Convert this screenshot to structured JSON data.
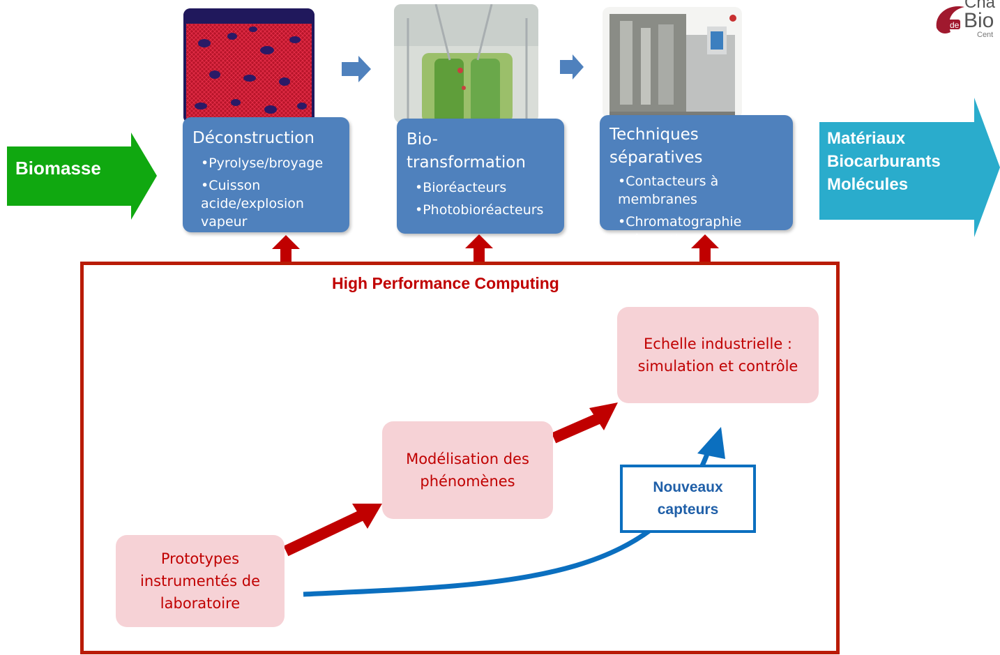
{
  "input_label": "Biomasse",
  "stages": [
    {
      "title": "Déconstruction",
      "items": [
        "Pyrolyse/broyage",
        "Cuisson acide/explosion vapeur"
      ]
    },
    {
      "title": "Bio-transformation",
      "items": [
        "Bioréacteurs",
        "Photobioréacteurs"
      ]
    },
    {
      "title": "Techniques séparatives",
      "items": [
        "Contacteurs à membranes",
        "Chromatographie préparative"
      ]
    }
  ],
  "outputs": [
    "Matériaux",
    "Biocarburants",
    "Molécules"
  ],
  "hpc_title": "High Performance Computing",
  "steps": {
    "prototypes": "Prototypes instrumentés de laboratoire",
    "modelisation": "Modélisation des phénomènes",
    "industrielle": "Echelle industrielle : simulation et contrôle"
  },
  "sensor_label": "Nouveaux capteurs",
  "logo_text": {
    "line1": "Cha",
    "line2": "Bio",
    "prefix": "de",
    "line3": "Cent"
  },
  "colors": {
    "green": "#10a810",
    "blue_box": "#4f81bd",
    "teal": "#2aaccc",
    "dark_red": "#c00000",
    "frame_red": "#b91b06",
    "pink": "#f6d2d6",
    "sensor_blue": "#0b6fbf"
  }
}
